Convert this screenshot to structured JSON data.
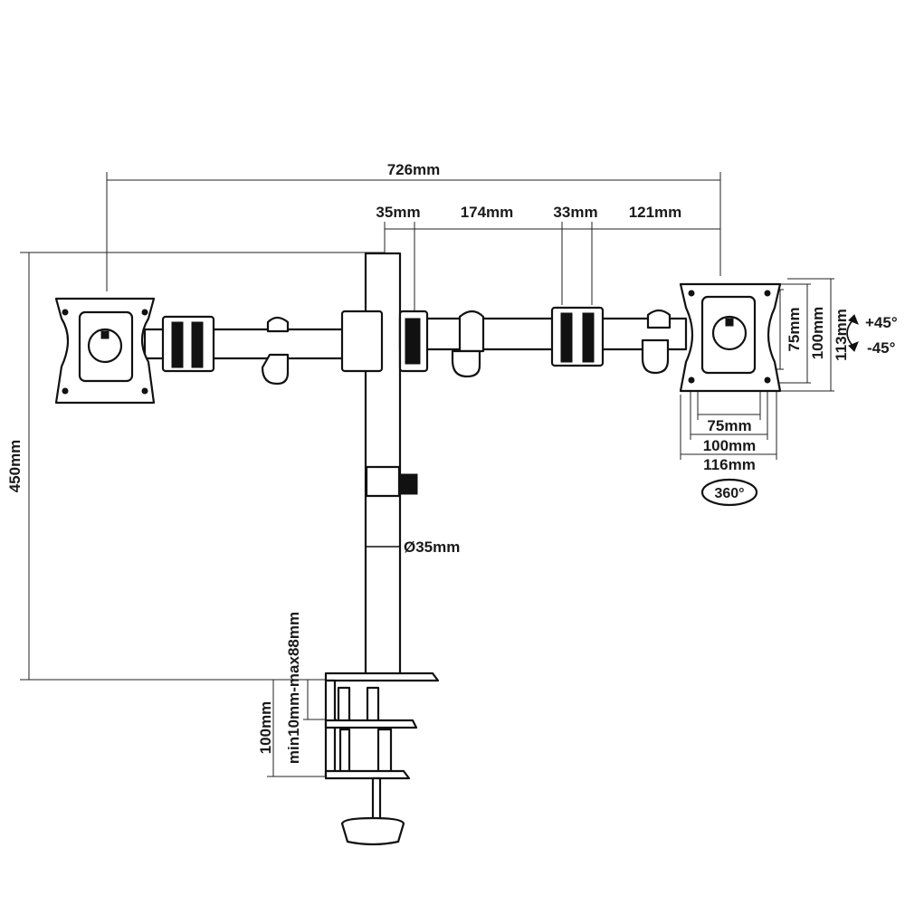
{
  "dimensions": {
    "total_width": "726mm",
    "pole_seg": "35mm",
    "arm_seg": "174mm",
    "joint_seg": "33mm",
    "end_seg": "121mm",
    "height": "450mm",
    "pole_diameter": "Ø35mm",
    "vesa_75_v": "75mm",
    "vesa_100_v": "100mm",
    "plate_h": "113mm",
    "vesa_75_h": "75mm",
    "vesa_100_h": "100mm",
    "plate_w": "116mm",
    "rotation": "360°",
    "tilt_up": "+45°",
    "tilt_down": "-45°",
    "clamp_depth": "100mm",
    "desk_thickness": "min10mm-max88mm"
  }
}
